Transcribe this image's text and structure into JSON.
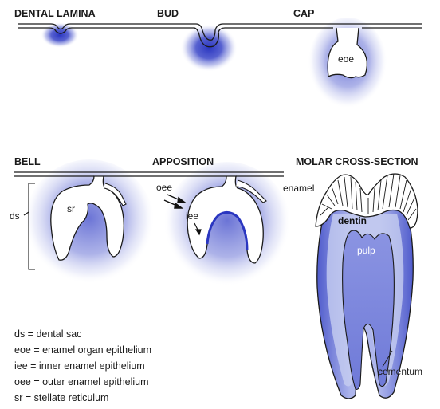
{
  "colors": {
    "tissue_blue": "#3a46c8",
    "outline": "#1a1a1a",
    "pulp_fill": "#8c96e0",
    "dentin_fill": "#c6cdf0"
  },
  "titles": {
    "dental_lamina": "DENTAL LAMINA",
    "bud": "BUD",
    "cap": "CAP",
    "bell": "BELL",
    "apposition": "APPOSITION",
    "molar": "MOLAR CROSS-SECTION"
  },
  "labels": {
    "eoe": "eoe",
    "sr": "sr",
    "ds": "ds",
    "oee": "oee",
    "iee": "iee",
    "enamel": "enamel",
    "dentin": "dentin",
    "pulp": "pulp",
    "cementum": "cementum"
  },
  "legend": [
    "ds = dental sac",
    "eoe = enamel organ epithelium",
    "iee = inner enamel epithelium",
    "oee = outer enamel epithelium",
    "sr = stellate reticulum"
  ]
}
